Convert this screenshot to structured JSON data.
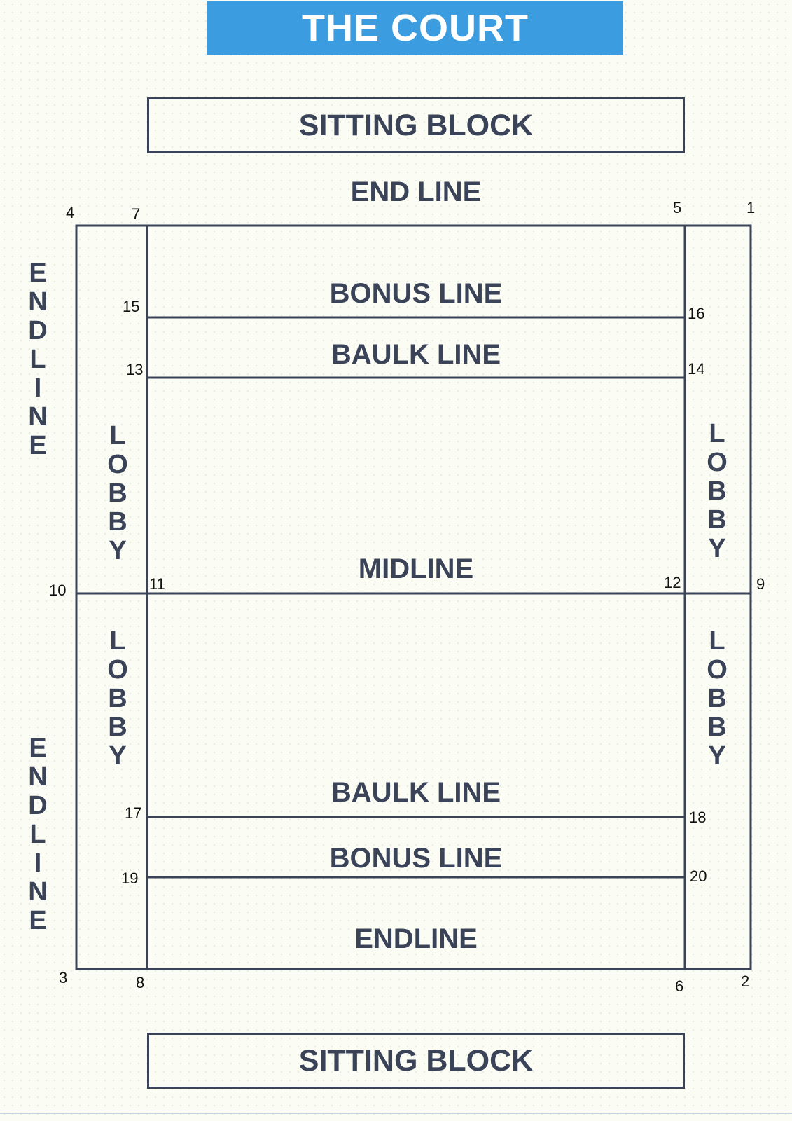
{
  "title": "THE COURT",
  "sitting_block_top": "SITTING BLOCK",
  "sitting_block_bottom": "SITTING BLOCK",
  "labels": {
    "end_line_top": "END LINE",
    "bonus_line_top": "BONUS LINE",
    "baulk_line_top": "BAULK LINE",
    "midline": "MIDLINE",
    "baulk_line_bottom": "BAULK LINE",
    "bonus_line_bottom": "BONUS LINE",
    "endline_bottom": "ENDLINE"
  },
  "side_labels": {
    "lobby": "LOBBY",
    "endline": "ENDLINE"
  },
  "points": {
    "p1": "1",
    "p2": "2",
    "p3": "3",
    "p4": "4",
    "p5": "5",
    "p6": "6",
    "p7": "7",
    "p8": "8",
    "p9": "9",
    "p10": "10",
    "p11": "11",
    "p12": "12",
    "p13": "13",
    "p14": "14",
    "p15": "15",
    "p16": "16",
    "p17": "17",
    "p18": "18",
    "p19": "19",
    "p20": "20"
  },
  "colors": {
    "title_background": "#3b9de0",
    "line": "#3a4358",
    "background": "#fbfcf3"
  }
}
